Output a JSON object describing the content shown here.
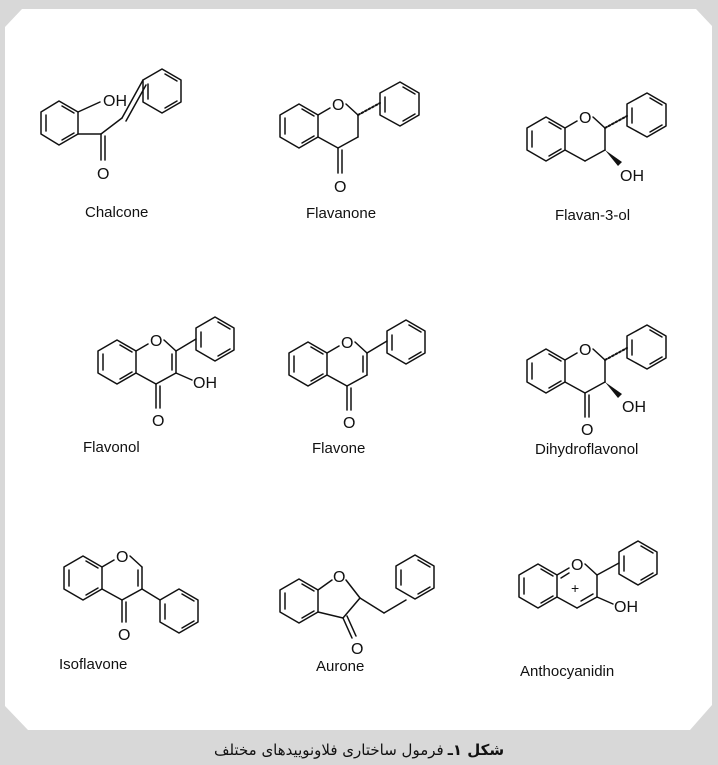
{
  "figure": {
    "compounds": [
      {
        "id": "chalcone",
        "label": "Chalcone"
      },
      {
        "id": "flavanone",
        "label": "Flavanone"
      },
      {
        "id": "flavan3ol",
        "label": "Flavan-3-ol"
      },
      {
        "id": "flavonol",
        "label": "Flavonol"
      },
      {
        "id": "flavone",
        "label": "Flavone"
      },
      {
        "id": "dihydroflavonol",
        "label": "Dihydroflavonol"
      },
      {
        "id": "isoflavone",
        "label": "Isoflavone"
      },
      {
        "id": "aurone",
        "label": "Aurone"
      },
      {
        "id": "anthocyanidin",
        "label": "Anthocyanidin"
      }
    ],
    "atoms": {
      "oxygen": "O",
      "hydroxyl": "OH",
      "charge": "+"
    },
    "caption": {
      "bold": "شکل ۱ـ",
      "text": "فرمول ساختاری فلاونوییدهای مختلف"
    }
  }
}
